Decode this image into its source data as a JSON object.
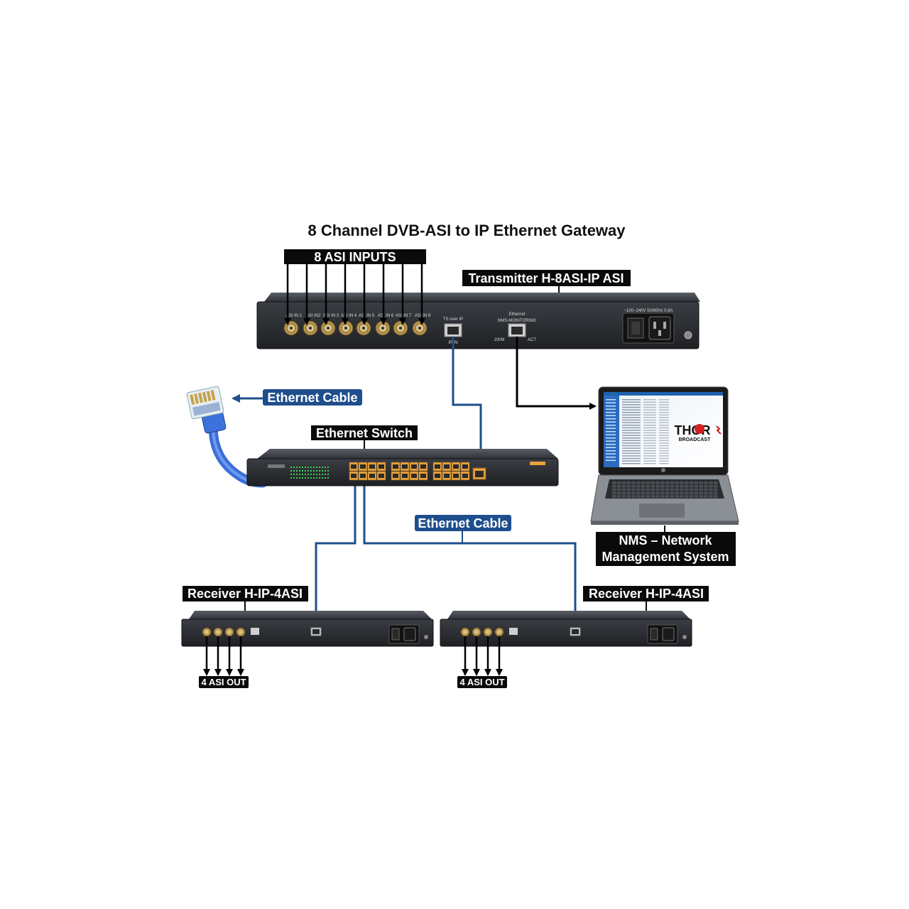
{
  "title": "8 Channel DVB-ASI  to IP Ethernet Gateway",
  "labels": {
    "asi_inputs": "8 ASI INPUTS",
    "transmitter": "Transmitter H-8ASI-IP ASI",
    "ethernet_cable_top": "Ethernet Cable",
    "ethernet_switch": "Ethernet Switch",
    "ethernet_cable_mid": "Ethernet Cable",
    "nms_line1": "NMS – Network",
    "nms_line2": "Management System",
    "receiver_left": "Receiver H-IP-4ASI",
    "receiver_right": "Receiver H-IP-4ASI",
    "asi_out_left": "4 ASI OUT",
    "asi_out_right": "4 ASI OUT"
  },
  "transmitter_panel": {
    "asi_ports": [
      "ASI IN 1",
      "ASI IN2",
      "ASI IN 3",
      "ASI IN 4",
      "ASI IN 5",
      "ASI IN 6",
      "ASI IN 7",
      "ASI IN 8"
    ],
    "ts_over_ip": "TS over IP",
    "ip_in": "IP IN",
    "ethernet": "Ethernet",
    "nms_monitoring": "NMS-MONITORING",
    "speed_100m": "100M",
    "act": "ACT",
    "power": "~100~240V 50/60Hz 0.8A"
  },
  "laptop_screen": {
    "logo_main": "THOR",
    "logo_sub": "BROADCAST"
  },
  "colors": {
    "cable_blue": "#1f4e8c",
    "label_black": "#0a0a0a",
    "label_blue": "#1f4e8c",
    "port_orange": "#e8a23c",
    "chassis": "#2b2e33"
  }
}
